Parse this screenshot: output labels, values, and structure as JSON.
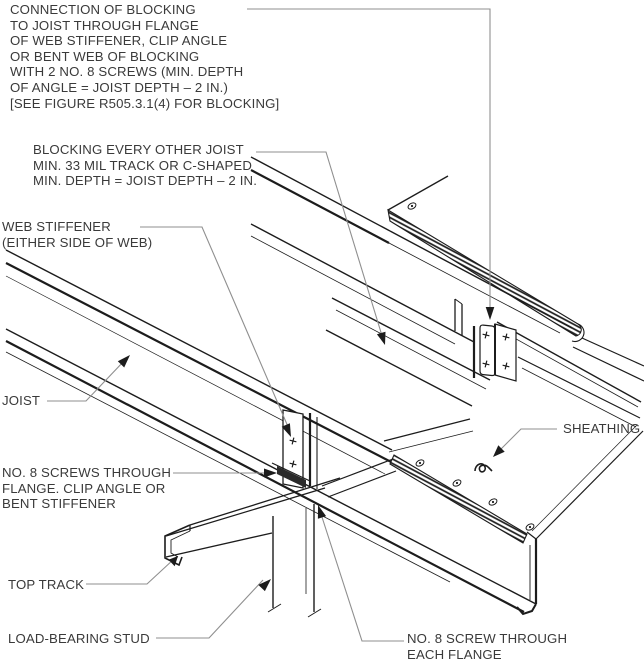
{
  "figure": {
    "description": "Isometric construction detail of cold-formed steel floor framing: blocking connection at joists over a load-bearing stud wall",
    "callouts": {
      "connection": {
        "lines": [
          "CONNECTION OF BLOCKING",
          "TO JOIST THROUGH FLANGE",
          "OF WEB STIFFENER, CLIP ANGLE",
          "OR BENT WEB OF BLOCKING",
          "WITH 2 NO. 8 SCREWS (MIN. DEPTH",
          "OF ANGLE = JOIST DEPTH – 2 IN.)",
          "[SEE FIGURE R505.3.1(4) FOR BLOCKING]"
        ]
      },
      "blocking": {
        "lines": [
          "BLOCKING EVERY OTHER JOIST",
          "MIN. 33 MIL TRACK OR C-SHAPED",
          "MIN. DEPTH = JOIST DEPTH – 2 IN."
        ]
      },
      "web_stiffener": {
        "lines": [
          "WEB STIFFENER",
          "(EITHER SIDE OF WEB)"
        ]
      },
      "joist": {
        "lines": [
          "JOIST"
        ]
      },
      "screws_flange": {
        "lines": [
          "NO. 8 SCREWS THROUGH",
          "FLANGE. CLIP ANGLE OR",
          "BENT STIFFENER"
        ]
      },
      "top_track": {
        "lines": [
          "TOP TRACK"
        ]
      },
      "load_bearing_stud": {
        "lines": [
          "LOAD-BEARING STUD"
        ]
      },
      "screw_each_flange": {
        "lines": [
          "NO. 8 SCREW THROUGH",
          "EACH FLANGE"
        ]
      },
      "sheathing": {
        "lines": [
          "SHEATHING"
        ]
      }
    },
    "colors": {
      "line": "#1c1c1c",
      "leader": "#8f8f8f",
      "text": "#3a3a3a",
      "background": "#ffffff"
    }
  }
}
